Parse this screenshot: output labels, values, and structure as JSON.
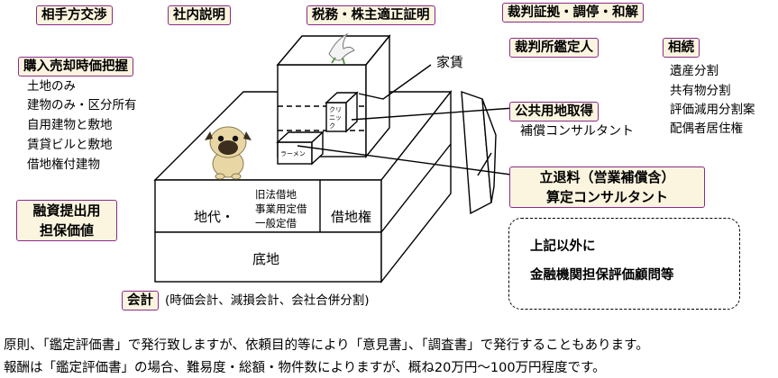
{
  "tags": {
    "negotiation": "相手方交渉",
    "internal": "社内説明",
    "tax": "税務・株主適正証明",
    "court_evidence": "裁判証拠・調停・和解",
    "court_appraiser": "裁判所鑑定人",
    "inheritance": "相続",
    "purchase": "購入売却時価把握",
    "public_land": "公共用地取得",
    "eviction_line1": "立退料（営業補償含）",
    "eviction_line2": "算定コンサルタント",
    "finance_line1": "融資提出用",
    "finance_line2": "担保価値",
    "accounting": "会計"
  },
  "purchase_items": [
    "土地のみ",
    "建物のみ・区分所有",
    "自用建物と敷地",
    "賃貸ビルと敷地",
    "借地権付建物"
  ],
  "inheritance_items": [
    "遺産分割",
    "共有物分割",
    "評価減用分割案",
    "配偶者居住権"
  ],
  "public_land_sub": "補償コンサルタント",
  "accounting_sub": "(時価会計、減損会計、会社合併分割)",
  "labels": {
    "rent": "家賃",
    "clinic": "クリニック",
    "ramen": "ラーメン",
    "land_rent": "地代・",
    "lease_law_1": "旧法借地",
    "lease_law_2": "事業用定借",
    "lease_law_3": "一般定借",
    "leasehold": "借地権",
    "bottom_land": "底地"
  },
  "other": {
    "line1": "上記以外に",
    "line2": "金融機関担保評価顧問等"
  },
  "footer": {
    "line1": "原則、「鑑定評価書」で発行致しますが、依頼目的等により「意見書」、「調査書」で発行することもあります。",
    "line2": "報酬は「鑑定評価書」の場合、難易度・総額・物件数によりますが、概ね20万円～100万円程度です。"
  },
  "colors": {
    "tag_border": "#8a2a8a",
    "tag_fill": "#fbf5df"
  }
}
